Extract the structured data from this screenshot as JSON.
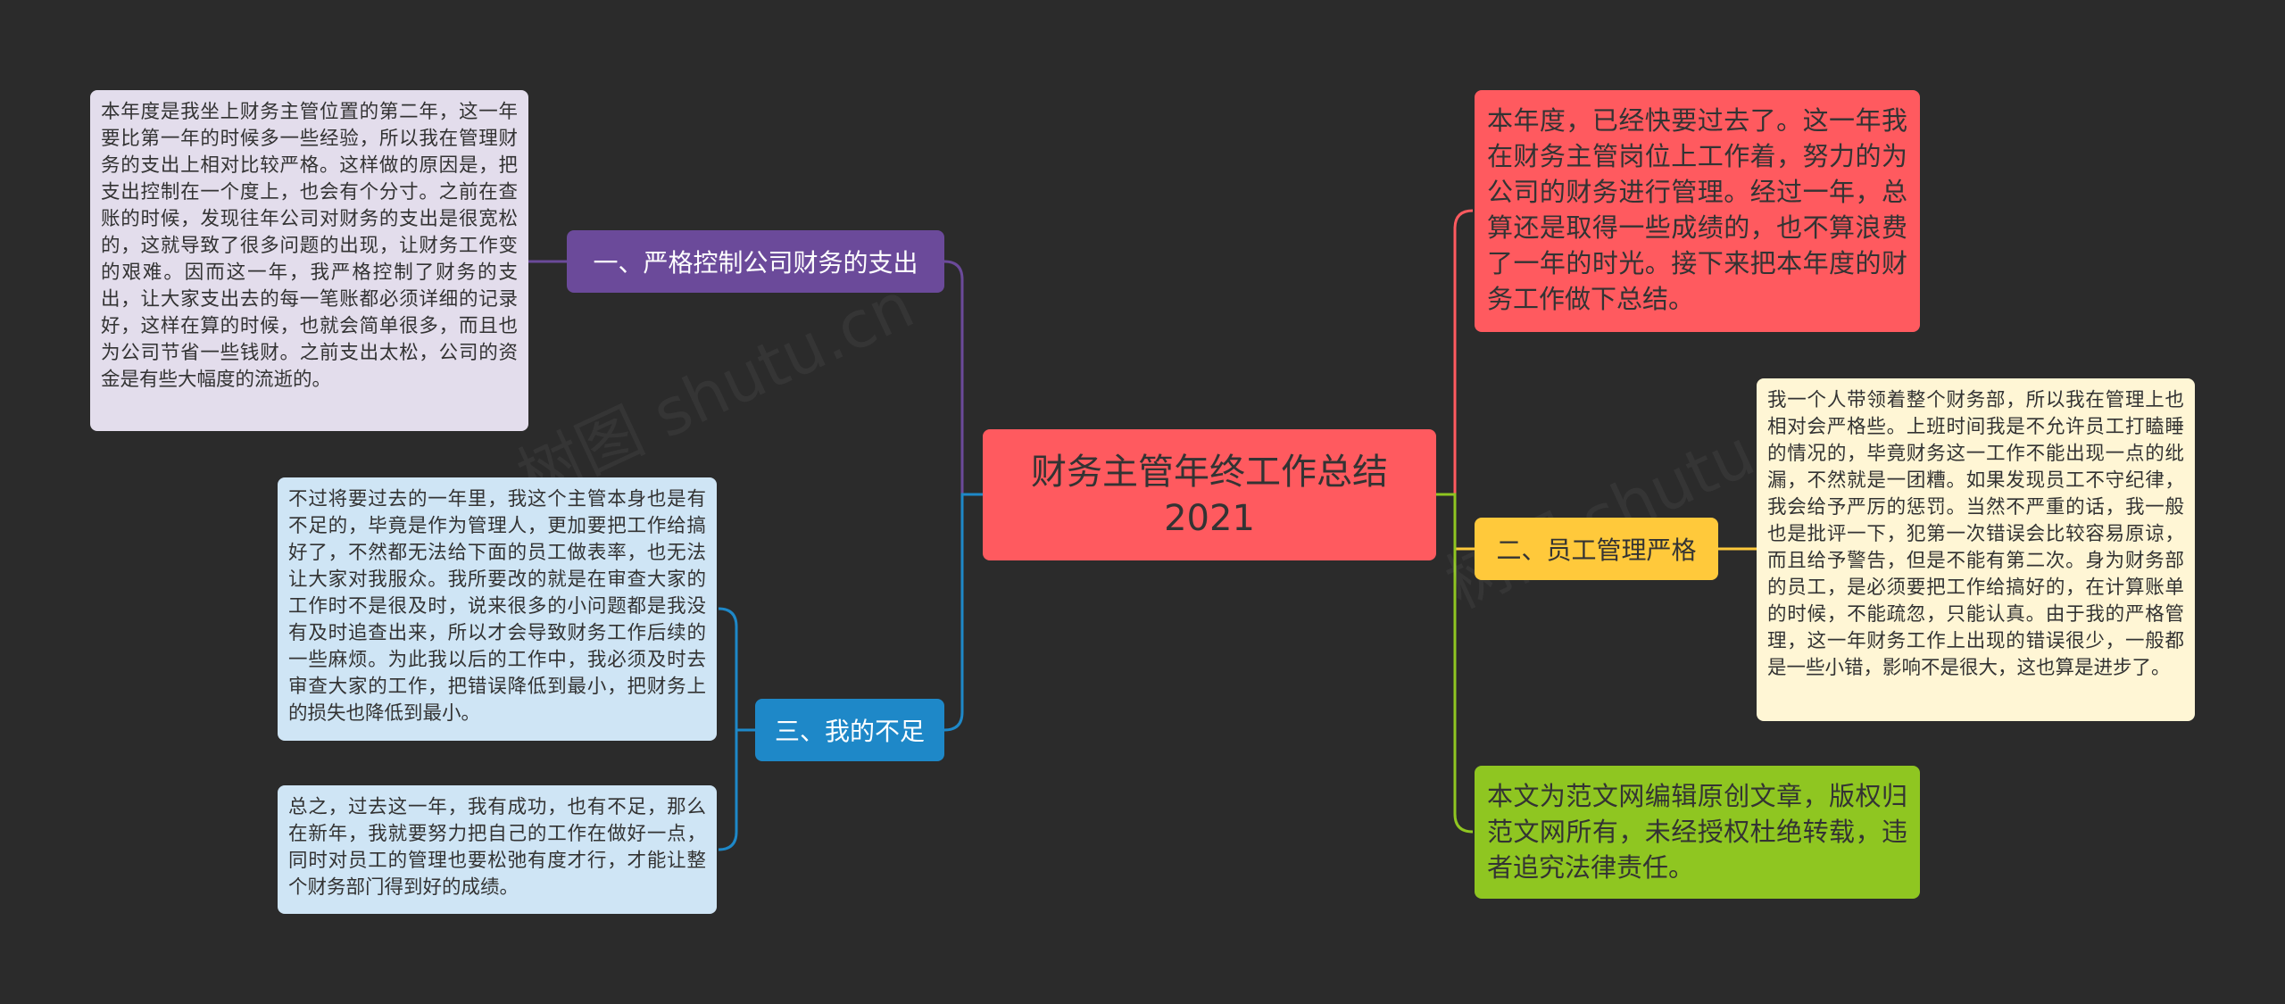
{
  "root": {
    "title": "财务主管年终工作总结2021"
  },
  "branches": {
    "b1": "一、严格控制公司财务的支出",
    "b2": "二、员工管理严格",
    "b3": "三、我的不足"
  },
  "leaves": {
    "l1": "本年度是我坐上财务主管位置的第二年，这一年要比第一年的时候多一些经验，所以我在管理财务的支出上相对比较严格。这样做的原因是，把支出控制在一个度上，也会有个分寸。之前在查账的时候，发现往年公司对财务的支出是很宽松的，这就导致了很多问题的出现，让财务工作变的艰难。因而这一年，我严格控制了财务的支出，让大家支出去的每一笔账都必须详细的记录好，这样在算的时候，也就会简单很多，而且也为公司节省一些钱财。之前支出太松，公司的资金是有些大幅度的流逝的。",
    "l2": "我一个人带领着整个财务部，所以我在管理上也相对会严格些。上班时间我是不允许员工打瞌睡的情况的，毕竟财务这一工作不能出现一点的纰漏，不然就是一团糟。如果发现员工不守纪律，我会给予严厉的惩罚。当然不严重的话，我一般也是批评一下，犯第一次错误会比较容易原谅，而且给予警告，但是不能有第二次。身为财务部的员工，是必须要把工作给搞好的，在计算账单的时候，不能疏忽，只能认真。由于我的严格管理，这一年财务工作上出现的错误很少，一般都是一些小错，影响不是很大，这也算是进步了。",
    "l3": "不过将要过去的一年里，我这个主管本身也是有不足的，毕竟是作为管理人，更加要把工作给搞好了，不然都无法给下面的员工做表率，也无法让大家对我服众。我所要改的就是在审查大家的工作时不是很及时，说来很多的小问题都是我没有及时追查出来，所以才会导致财务工作后续的一些麻烦。为此我以后的工作中，我必须及时去审查大家的工作，把错误降低到最小，把财务上的损失也降低到最小。",
    "l4": "总之，过去这一年，我有成功，也有不足，那么在新年，我就要努力把自己的工作在做好一点，同时对员工的管理也要松弛有度才行，才能让整个财务部门得到好的成绩。",
    "r1": "本年度，已经快要过去了。这一年我在财务主管岗位上工作着，努力的为公司的财务进行管理。经过一年，总算还是取得一些成绩的，也不算浪费了一年的时光。接下来把本年度的财务工作做下总结。",
    "r3": "本文为范文网编辑原创文章，版权归范文网所有，未经授权杜绝转载，违者追究法律责任。"
  },
  "colors": {
    "background": "#2b2b2b",
    "root": "#ff5a5f",
    "branch_purple": "#6b4a9a",
    "branch_yellow": "#ffc93b",
    "branch_blue": "#1e88c8",
    "leaf_purple": "#e3ddec",
    "leaf_yellow": "#fff6d5",
    "leaf_blue": "#cfe5f5",
    "leaf_green": "#8fc621",
    "line_red": "#ff5a5f",
    "line_yellow": "#ffc93b",
    "line_green": "#8fc621",
    "line_purple": "#6b4a9a",
    "line_blue": "#1e88c8"
  }
}
